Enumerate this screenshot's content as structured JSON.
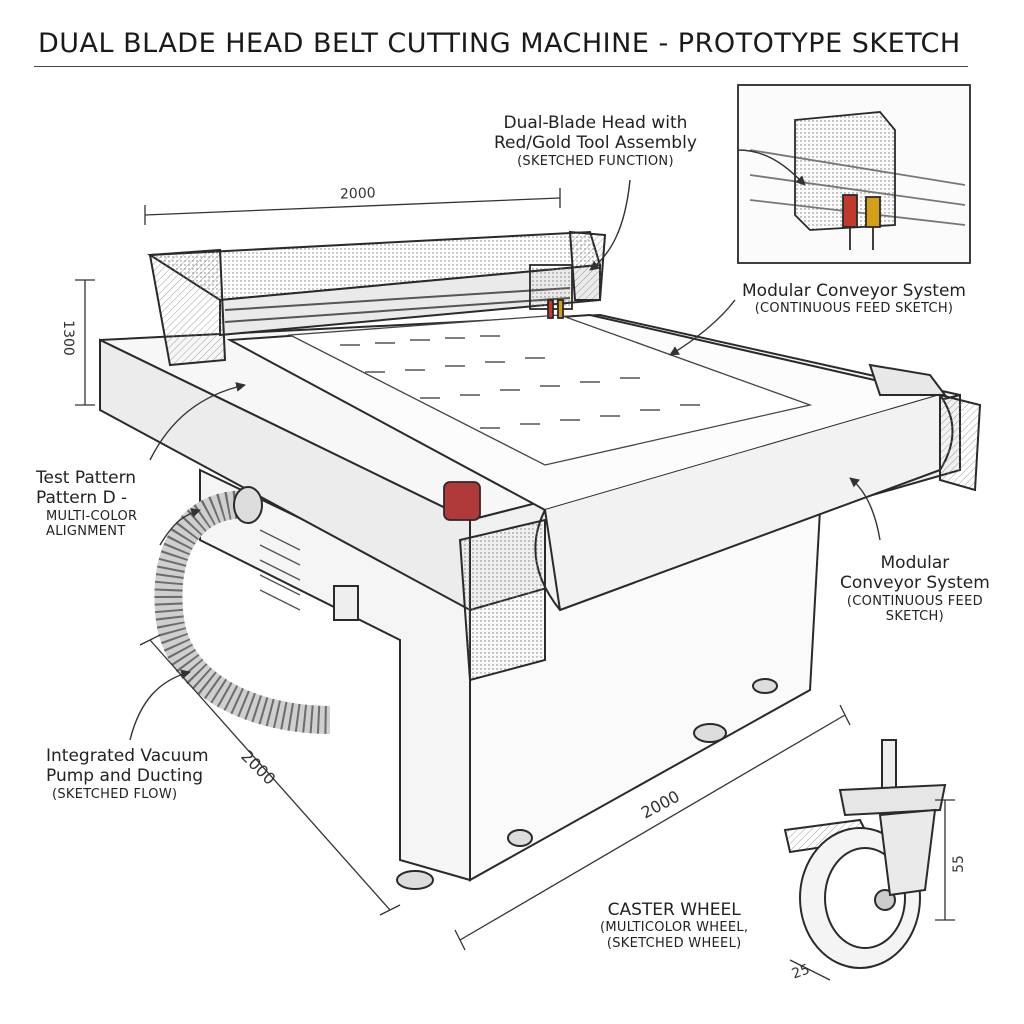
{
  "title": "DUAL BLADE HEAD BELT CUTTING MACHINE - PROTOTYPE SKETCH",
  "callouts": {
    "dual_blade_head": {
      "line1": "Dual-Blade Head with",
      "line2": "Red/Gold Tool Assembly",
      "line3": "(SKETCHED FUNCTION)"
    },
    "conveyor_top": {
      "line1": "Modular Conveyor System",
      "line2": "(CONTINUOUS FEED SKETCH)"
    },
    "test_pattern": {
      "line1": "Test Pattern",
      "line2": "Pattern D -",
      "line3": "MULTI-COLOR",
      "line4": "ALIGNMENT"
    },
    "conveyor_side": {
      "line1": "Modular",
      "line2": "Conveyor System",
      "line3": "(CONTINUOUS FEED",
      "line4": "SKETCH)"
    },
    "vacuum": {
      "line1": "Integrated Vacuum",
      "line2": "Pump and Ducting",
      "line3": "(SKETCHED FLOW)"
    },
    "caster": {
      "line1": "CASTER WHEEL",
      "line2": "(MULTICOLOR WHEEL,",
      "line3": "(SKETCHED WHEEL)"
    }
  },
  "dimensions": {
    "top_width": "2000",
    "height": "1300",
    "side_depth": "2000",
    "front_width": "2000",
    "caster_height": "55",
    "caster_width": "25"
  },
  "colors": {
    "ink": "#2a2a2a",
    "tool_red": "#c0392b",
    "tool_gold": "#d4a017",
    "knob_red": "#b03a3a"
  }
}
